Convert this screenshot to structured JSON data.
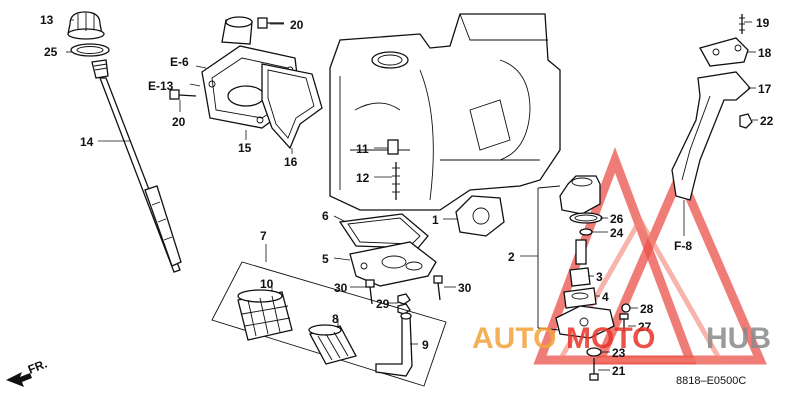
{
  "diagram": {
    "part_numbers": [
      "13",
      "25",
      "14",
      "20",
      "E-6",
      "E-13",
      "20",
      "15",
      "16",
      "11",
      "12",
      "1",
      "6",
      "7",
      "5",
      "10",
      "8",
      "9",
      "30",
      "29",
      "30",
      "2",
      "26",
      "24",
      "3",
      "4",
      "28",
      "27",
      "23",
      "21",
      "19",
      "18",
      "17",
      "22",
      "F-8"
    ],
    "footer_code": "8818–E0500C",
    "front_label": "FR.",
    "colors": {
      "watermark_red": "#e8332a",
      "watermark_orange": "#f2a33a",
      "watermark_grey": "#8a8a8a",
      "line": "#111111"
    }
  },
  "watermark": {
    "part1": "AUTO",
    "part2": "MOTO",
    "part3": "HUB"
  }
}
